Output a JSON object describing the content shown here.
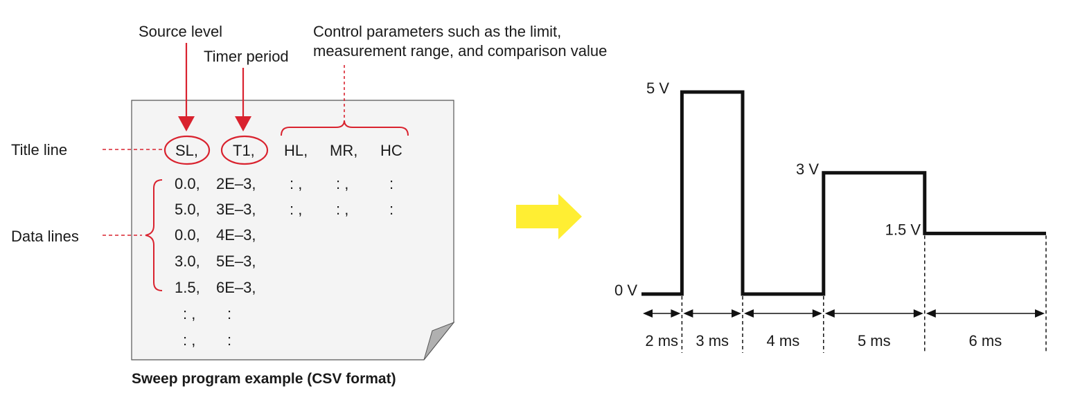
{
  "annotations": {
    "source_level": "Source level",
    "timer_period": "Timer period",
    "control_params_line1": "Control parameters such as the limit,",
    "control_params_line2": "measurement range, and comparison value",
    "title_line": "Title line",
    "data_lines": "Data lines"
  },
  "csv": {
    "header": [
      "SL,",
      "T1,",
      "HL,",
      "MR,",
      "HC"
    ],
    "rows": [
      [
        "0.0,",
        "2E–3,",
        ": ,",
        ": ,",
        ":"
      ],
      [
        "5.0,",
        "3E–3,",
        ": ,",
        ": ,",
        ":"
      ],
      [
        "0.0,",
        "4E–3,"
      ],
      [
        "3.0,",
        "5E–3,"
      ],
      [
        "1.5,",
        "6E–3,"
      ],
      [
        ": ,",
        ":"
      ],
      [
        ": ,",
        ":"
      ]
    ],
    "caption": "Sweep program example (CSV format)"
  },
  "colors": {
    "annotation_red": "#d9222e",
    "arrow_yellow": "#ffee33",
    "trace": "#111111"
  },
  "chart_data": {
    "type": "line",
    "step": true,
    "segments": [
      {
        "level_v": 0,
        "duration_ms": 2,
        "duration_label": "2 ms"
      },
      {
        "level_v": 5,
        "duration_ms": 3,
        "duration_label": "3 ms"
      },
      {
        "level_v": 0,
        "duration_ms": 4,
        "duration_label": "4 ms"
      },
      {
        "level_v": 3,
        "duration_ms": 5,
        "duration_label": "5 ms"
      },
      {
        "level_v": 1.5,
        "duration_ms": 6,
        "duration_label": "6 ms"
      }
    ],
    "level_labels": [
      {
        "value": 0,
        "label": "0 V"
      },
      {
        "value": 5,
        "label": "5 V"
      },
      {
        "value": 3,
        "label": "3 V"
      },
      {
        "value": 1.5,
        "label": "1.5 V"
      }
    ]
  }
}
